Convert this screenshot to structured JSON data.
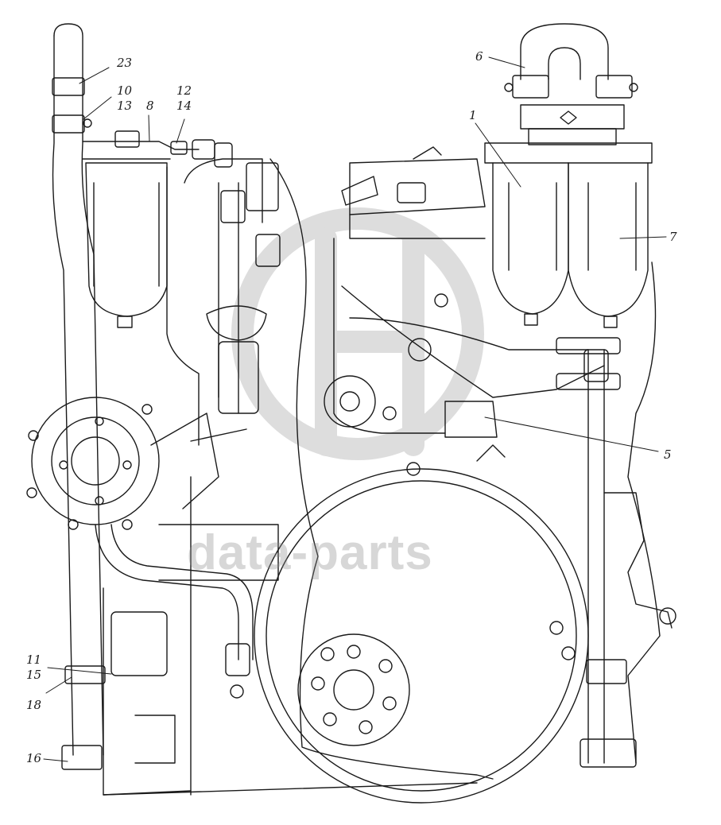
{
  "callouts": {
    "c23": "23",
    "c10": "10",
    "c13": "13",
    "c8": "8",
    "c12": "12",
    "c14": "14",
    "c6": "6",
    "c1": "1",
    "c7": "7",
    "c5": "5",
    "c11": "11",
    "c15": "15",
    "c18": "18",
    "c16": "16"
  },
  "watermark": {
    "text": "data-parts"
  },
  "colors": {
    "line": "#1a1a1a",
    "background": "#ffffff",
    "watermark": "#8c8c8c"
  }
}
